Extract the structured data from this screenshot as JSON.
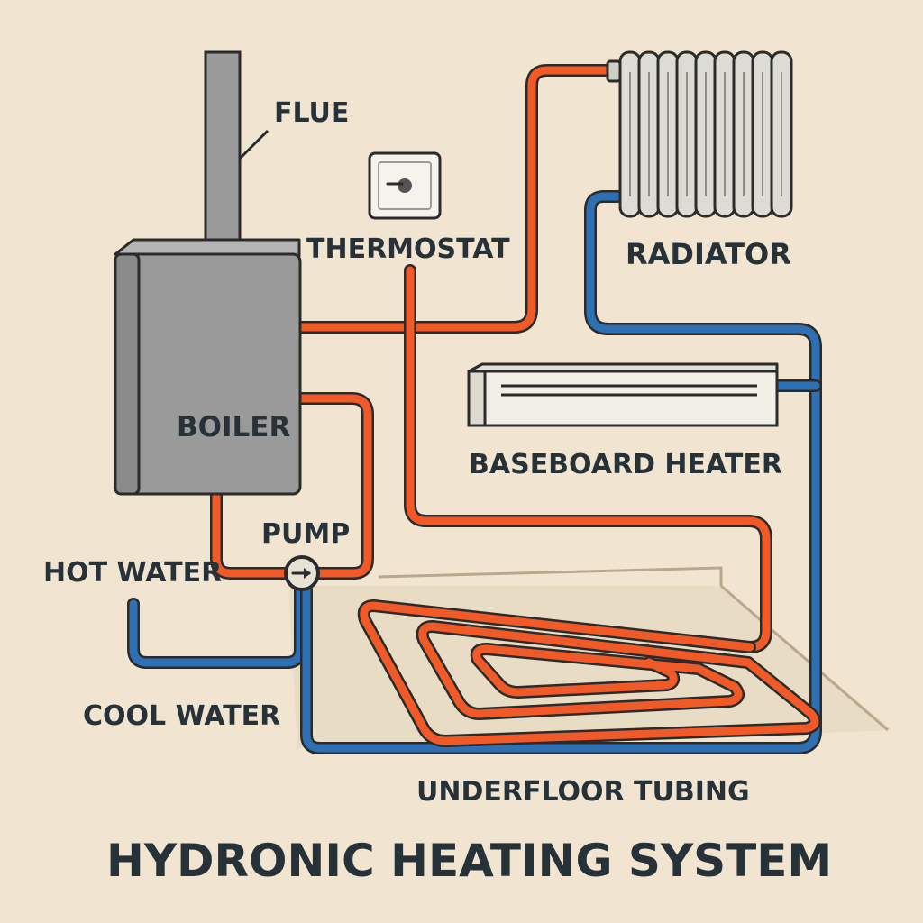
{
  "title": "HYDRONIC HEATING SYSTEM",
  "labels": {
    "flue": "FLUE",
    "thermostat": "THERMOSTAT",
    "radiator": "RADIATOR",
    "boiler": "BOILER",
    "baseboard_heater": "BASEBOARD HEATER",
    "pump": "PUMP",
    "hot_water": "HOT WATER",
    "cool_water": "COOL WATER",
    "underfloor_tubing": "UNDERFLOOR TUBING"
  },
  "colors": {
    "background": "#f1e5d2",
    "hot_pipe": "#ef5a28",
    "cool_pipe": "#2f6fb3",
    "outline": "#2b2b2b",
    "boiler_fill": "#9a9a9a",
    "radiator_fill": "#dcdcd4",
    "floor_fill": "#e9dcc4",
    "text": "#263238"
  },
  "icons": {
    "pump": "pump-arrow-icon",
    "thermostat": "thermostat-dial-icon"
  }
}
